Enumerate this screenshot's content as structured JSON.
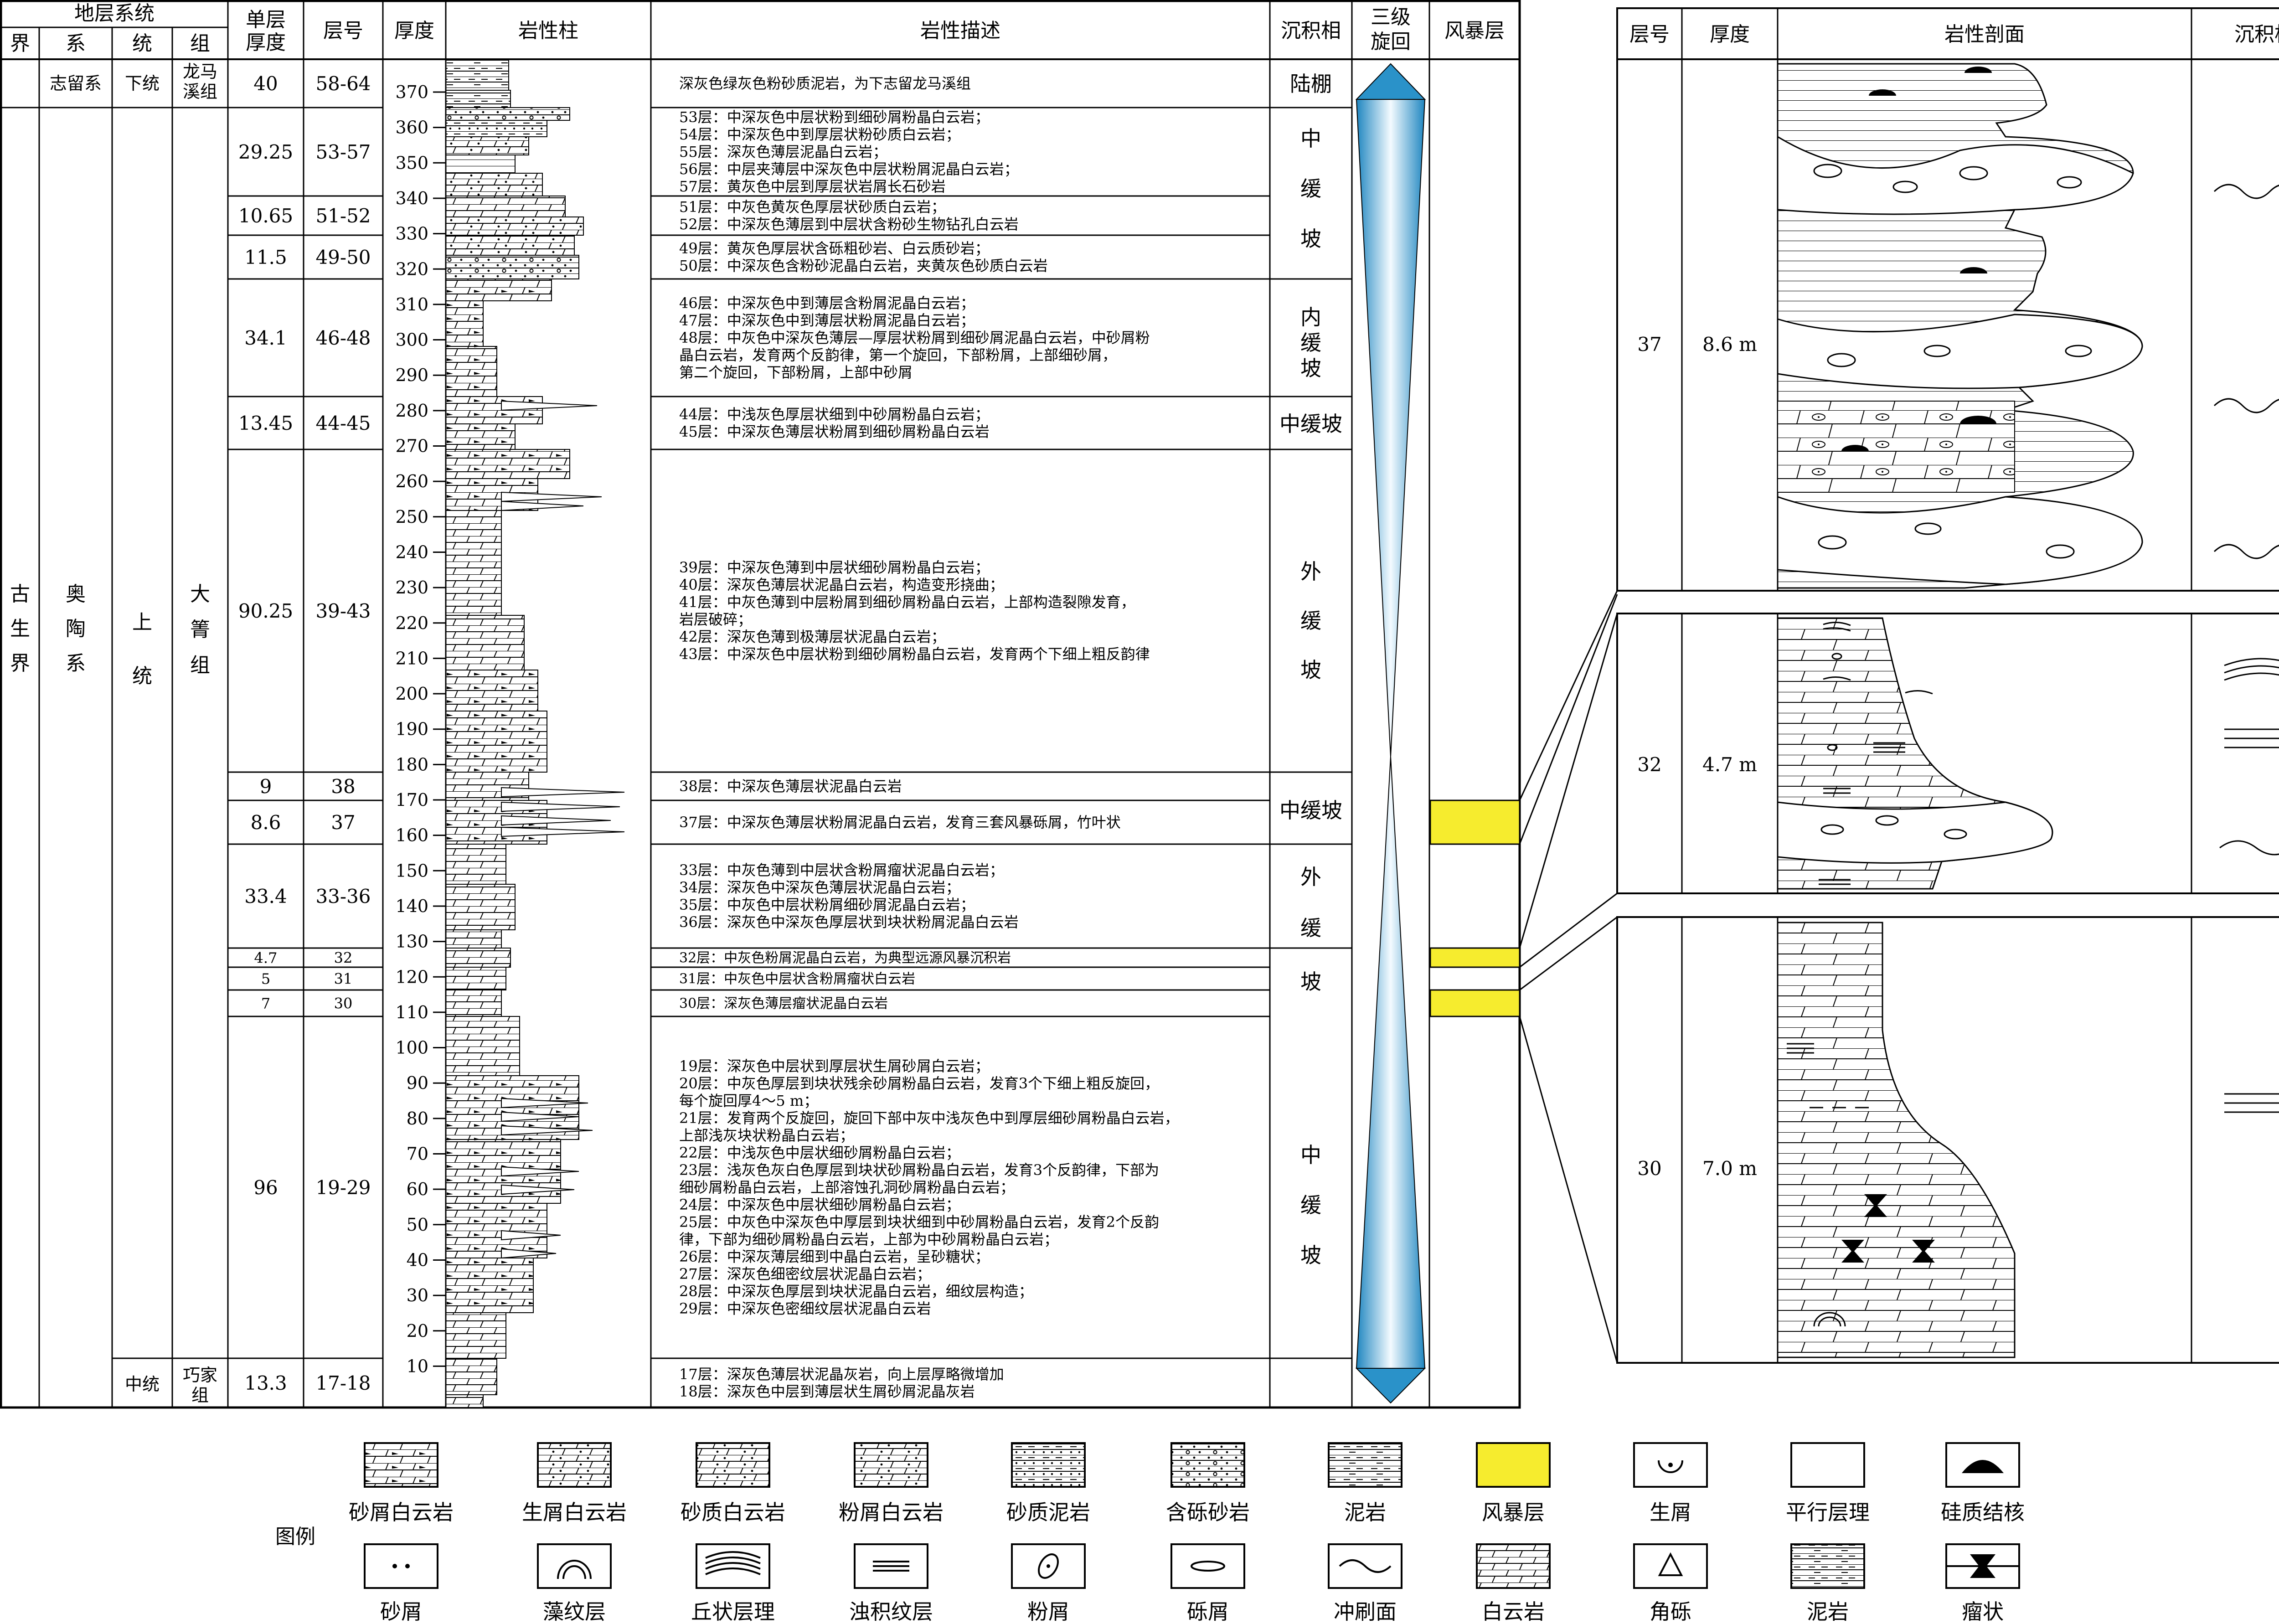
{
  "header": {
    "stratigraphy": "地层系统",
    "jie": "界",
    "xi": "系",
    "tong": "统",
    "zu": "组",
    "unit_thickness": [
      "单层",
      "厚度"
    ],
    "layer_no": "层号",
    "thickness": "厚度",
    "lithology_column": "岩性柱",
    "lithology_desc": "岩性描述",
    "facies": "沉积相",
    "third_cycle": [
      "三级",
      "旋回"
    ],
    "storm_layer": "风暴层"
  },
  "strata": {
    "jie_main": [
      "古",
      "生",
      "界"
    ],
    "xi_top": "志留系",
    "xi_main": [
      "奥",
      "陶",
      "系"
    ],
    "tong_top": "下统",
    "tong_upper": [
      "上",
      "统"
    ],
    "tong_middle": "中统",
    "zu_top": [
      "龙马",
      "溪组"
    ],
    "zu_main": [
      "大",
      "箐",
      "组"
    ],
    "zu_bottom": [
      "巧家",
      "组"
    ]
  },
  "depth_ticks": [
    "370",
    "360",
    "350",
    "340",
    "330",
    "320",
    "310",
    "300",
    "290",
    "280",
    "270",
    "260",
    "250",
    "240",
    "230",
    "220",
    "210",
    "200",
    "190",
    "180",
    "170",
    "160",
    "150",
    "140",
    "130",
    "120",
    "110",
    "100",
    "90",
    "80",
    "70",
    "60",
    "50",
    "40",
    "30",
    "20",
    "10"
  ],
  "rows": [
    {
      "thk": "40",
      "layer": "58-64",
      "desc": [
        "深灰色绿灰色粉砂质泥岩，为下志留龙马溪组"
      ]
    },
    {
      "thk": "29.25",
      "layer": "53-57",
      "desc": [
        "53层：中深灰色中层状粉到细砂屑粉晶白云岩；",
        "54层：中深灰色中到厚层状粉砂质白云岩；",
        "55层：深灰色薄层泥晶白云岩；",
        "56层：中层夹薄层中深灰色中层状粉屑泥晶白云岩；",
        "57层：黄灰色中层到厚层状岩屑长石砂岩"
      ]
    },
    {
      "thk": "10.65",
      "layer": "51-52",
      "desc": [
        "51层：中灰色黄灰色厚层状砂质白云岩；",
        "52层：中深灰色薄层到中层状含粉砂生物钻孔白云岩"
      ]
    },
    {
      "thk": "11.5",
      "layer": "49-50",
      "desc": [
        "49层：黄灰色厚层状含砾粗砂岩、白云质砂岩；",
        "50层：中深灰色含粉砂泥晶白云岩，夹黄灰色砂质白云岩"
      ]
    },
    {
      "thk": "34.1",
      "layer": "46-48",
      "desc": [
        "46层：中深灰色中到薄层含粉屑泥晶白云岩；",
        "47层：中深灰色中到薄层状粉屑泥晶白云岩；",
        "48层：中灰色中深灰色薄层—厚层状粉屑到细砂屑泥晶白云岩，中砂屑粉",
        "晶白云岩，发育两个反韵律，第一个旋回，下部粉屑，上部细砂屑，",
        "第二个旋回，下部粉屑，上部中砂屑"
      ]
    },
    {
      "thk": "13.45",
      "layer": "44-45",
      "desc": [
        "44层：中浅灰色厚层状细到中砂屑粉晶白云岩；",
        "45层：中深灰色薄层状粉屑到细砂屑粉晶白云岩"
      ]
    },
    {
      "thk": "90.25",
      "layer": "39-43",
      "desc": [
        "39层：中深灰色薄到中层状细砂屑粉晶白云岩；",
        "40层：深灰色薄层状泥晶白云岩，构造变形挠曲；",
        "41层：中灰色薄到中层粉屑到细砂屑粉晶白云岩，上部构造裂隙发育，",
        "岩层破碎；",
        "42层：深灰色薄到极薄层状泥晶白云岩；",
        "43层：中深灰色中层状粉到细砂屑粉晶白云岩，发育两个下细上粗反韵律"
      ]
    },
    {
      "thk": "9",
      "layer": "38",
      "desc": [
        "38层：中深灰色薄层状泥晶白云岩"
      ]
    },
    {
      "thk": "8.6",
      "layer": "37",
      "desc": [
        "37层：中深灰色薄层状粉屑泥晶白云岩，发育三套风暴砾屑，竹叶状"
      ]
    },
    {
      "thk": "33.4",
      "layer": "33-36",
      "desc": [
        "33层：中灰色薄到中层状含粉屑瘤状泥晶白云岩；",
        "34层：深灰色中深灰色薄层状泥晶白云岩；",
        "35层：中灰色中层状粉屑细砂屑泥晶白云岩；",
        "36层：深灰色中深灰色厚层状到块状粉屑泥晶白云岩"
      ]
    },
    {
      "thk": "4.7",
      "layer": "32",
      "desc": [
        "32层：中灰色粉屑泥晶白云岩，为典型远源风暴沉积岩"
      ]
    },
    {
      "thk": "5",
      "layer": "31",
      "desc": [
        "31层：中灰色中层状含粉屑瘤状白云岩"
      ]
    },
    {
      "thk": "7",
      "layer": "30",
      "desc": [
        "30层：深灰色薄层瘤状泥晶白云岩"
      ]
    },
    {
      "thk": "96",
      "layer": "19-29",
      "desc": [
        "19层：深灰色中层状到厚层状生屑砂屑白云岩；",
        "20层：中灰色厚层到块状残余砂屑粉晶白云岩，发育3个下细上粗反旋回，",
        "每个旋回厚4～5 m；",
        "21层：发育两个反旋回，旋回下部中灰中浅灰色中到厚层细砂屑粉晶白云岩，",
        "上部浅灰块状粉晶白云岩；",
        "22层：中浅灰色中层状细砂屑粉晶白云岩；",
        "23层：浅灰色灰白色厚层到块状砂屑粉晶白云岩，发育3个反韵律，下部为",
        "细砂屑粉晶白云岩，上部溶蚀孔洞砂屑粉晶白云岩；",
        "24层：中深灰色中层状细砂屑粉晶白云岩；",
        "25层：中灰色中深灰色中厚层到块状细到中砂屑粉晶白云岩，发育2个反韵",
        "律，下部为细砂屑粉晶白云岩，上部为中砂屑粉晶白云岩；",
        "26层：中深灰薄层细到中晶白云岩，呈砂糖状；",
        "27层：深灰色细密纹层状泥晶白云岩；",
        "28层：中深灰色厚层到块状泥晶白云岩，细纹层构造；",
        "29层：中深灰色密细纹层状泥晶白云岩"
      ]
    },
    {
      "thk": "13.3",
      "layer": "17-18",
      "desc": [
        "17层：深灰色薄层状泥晶灰岩，向上层厚略微增加",
        "18层：深灰色中层到薄层状生屑砂屑泥晶灰岩"
      ]
    }
  ],
  "facies": {
    "f1": "陆棚",
    "f2": [
      "中",
      "缓",
      "坡"
    ],
    "f3": [
      "内",
      "缓",
      "坡"
    ],
    "f4": "中缓坡",
    "f5": [
      "外",
      "缓",
      "坡"
    ],
    "f6": "中缓坡",
    "f7": [
      "外",
      "缓",
      "坡"
    ],
    "f8": [
      "中",
      "缓",
      "坡"
    ]
  },
  "detail": {
    "headers": [
      "层号",
      "厚度",
      "岩性剖面",
      "沉积构造"
    ],
    "panels": [
      {
        "layer": "37",
        "thickness": "8.6 m"
      },
      {
        "layer": "32",
        "thickness": "4.7 m"
      },
      {
        "layer": "30",
        "thickness": "7.0 m"
      }
    ]
  },
  "legend": {
    "title": "图例",
    "row1": [
      "砂屑白云岩",
      "生屑白云岩",
      "砂质白云岩",
      "粉屑白云岩",
      "砂质泥岩",
      "含砾砂岩",
      "泥岩",
      "风暴层",
      "生屑",
      "平行层理",
      "硅质结核"
    ],
    "row2": [
      "砂屑",
      "藻纹层",
      "丘状层理",
      "浊积纹层",
      "粉屑",
      "砾屑",
      "冲刷面",
      "白云岩",
      "角砾",
      "泥岩",
      "瘤状"
    ]
  },
  "colors": {
    "storm": "#F6EC2E",
    "cycle_dark": "#2A92C9",
    "cycle_light": "#FFFFFF"
  }
}
